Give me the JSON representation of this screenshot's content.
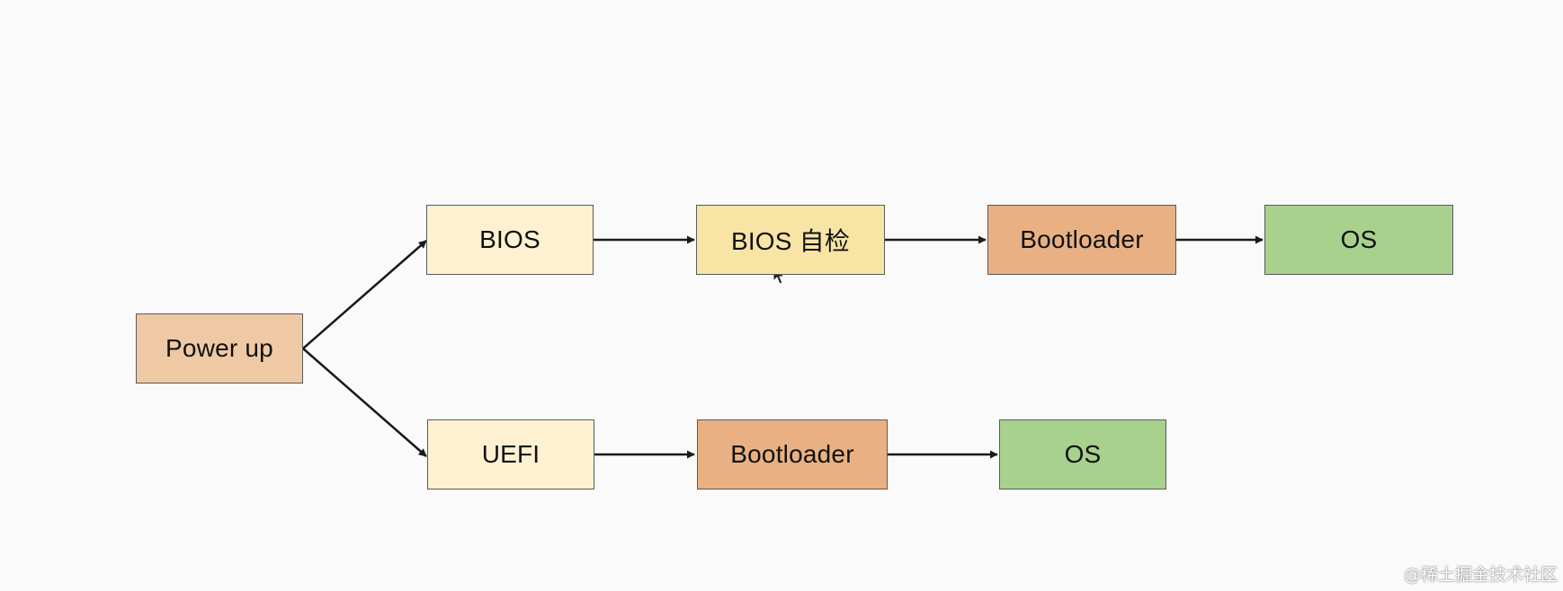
{
  "diagram": {
    "nodes": {
      "power_up": {
        "label": "Power up",
        "color": "#eec9a3"
      },
      "bios": {
        "label": "BIOS",
        "color": "#fdf1d1"
      },
      "bios_selftest": {
        "label": "BIOS 自检",
        "color": "#f8e5a6"
      },
      "bios_bootloader": {
        "label": "Bootloader",
        "color": "#e9b183"
      },
      "bios_os": {
        "label": "OS",
        "color": "#a9d18e"
      },
      "uefi": {
        "label": "UEFI",
        "color": "#fdf1d1"
      },
      "uefi_bootloader": {
        "label": "Bootloader",
        "color": "#e9b183"
      },
      "uefi_os": {
        "label": "OS",
        "color": "#a9d18e"
      }
    },
    "edges": [
      {
        "from": "power_up",
        "to": "bios"
      },
      {
        "from": "power_up",
        "to": "uefi"
      },
      {
        "from": "bios",
        "to": "bios_selftest"
      },
      {
        "from": "bios_selftest",
        "to": "bios_bootloader"
      },
      {
        "from": "bios_bootloader",
        "to": "bios_os"
      },
      {
        "from": "uefi",
        "to": "uefi_bootloader"
      },
      {
        "from": "uefi_bootloader",
        "to": "uefi_os"
      }
    ]
  },
  "watermark": {
    "text": "@稀土掘金技术社区"
  }
}
